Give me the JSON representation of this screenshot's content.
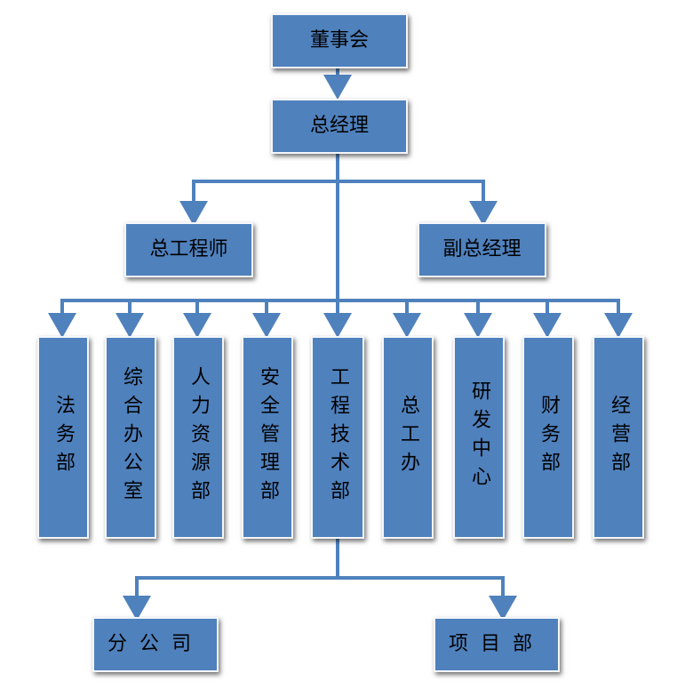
{
  "org": {
    "board": "董事会",
    "gm": "总经理",
    "chief_engineer": "总工程师",
    "deputy_gm": "副总经理",
    "departments": [
      "法务部",
      "综合办公室",
      "人力资源部",
      "安全管理部",
      "工程技术部",
      "总工办",
      "研发中心",
      "财务部",
      "经营部"
    ],
    "subsidiary": "分公司",
    "project_dept": "项目部"
  },
  "colors": {
    "node_fill": "#4f81bd",
    "node_border": "#f4f6fa",
    "connector": "#4f81bd",
    "text": "#000000"
  }
}
